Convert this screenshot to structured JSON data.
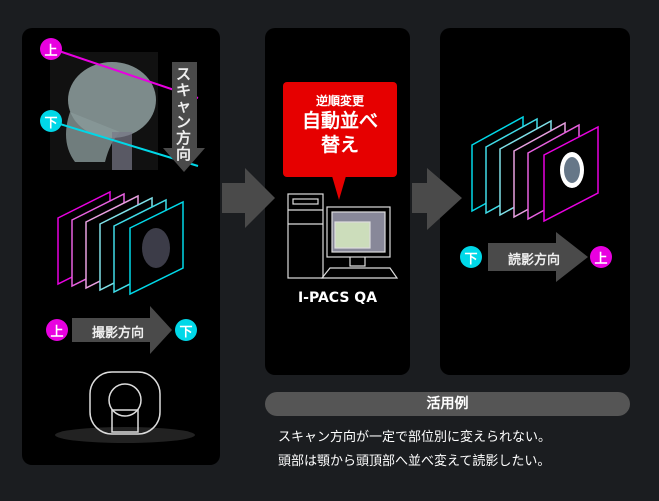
{
  "panel1": {
    "top_marker": "上",
    "bottom_marker": "下",
    "scan_direction_label": "スキャン方向",
    "acquisition_left": "上",
    "acquisition_label": "撮影方向",
    "acquisition_right": "下"
  },
  "panel2": {
    "callout_small": "逆順変更",
    "callout_large_line1": "自動並べ",
    "callout_large_line2": "替え",
    "product_name": "I-PACS QA"
  },
  "panel3": {
    "reading_left": "下",
    "reading_label": "読影方向",
    "reading_right": "上"
  },
  "use_case": {
    "title": "活用例",
    "line1": "スキャン方向が一定で部位別に変えられない。",
    "line2": "頭部は顎から頭頂部へ並べ変えて読影したい。"
  },
  "colors": {
    "magenta": "#e800e0",
    "cyan": "#00d8e8",
    "callout": "#e60000",
    "arrow": "#4a4a4a"
  }
}
